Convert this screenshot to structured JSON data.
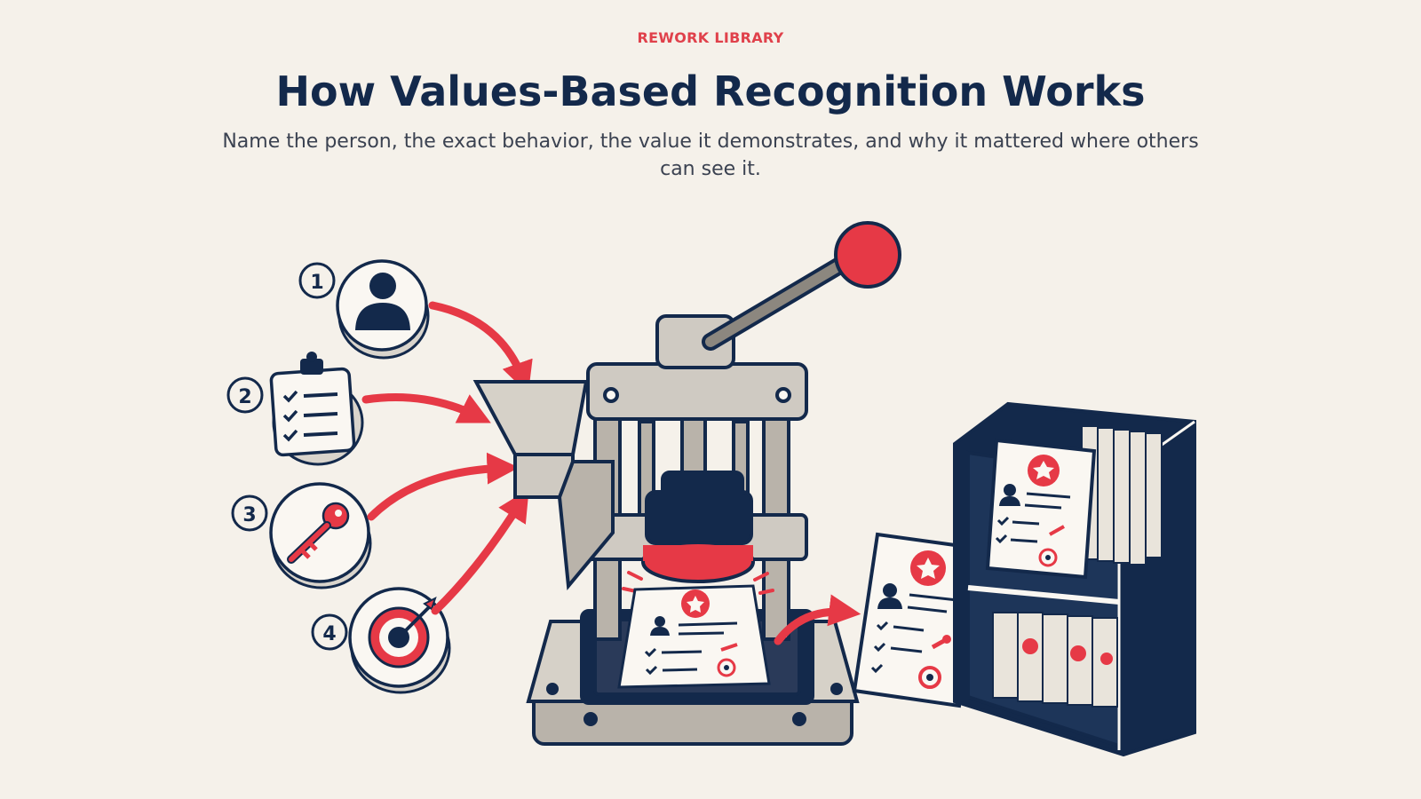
{
  "header": {
    "kicker": "REWORK LIBRARY",
    "title": "How Values-Based Recognition Works",
    "subtitle": "Name the person, the exact behavior, the value it demonstrates, and why it mattered where others can see it."
  },
  "steps": [
    {
      "number": "1",
      "icon": "person-icon"
    },
    {
      "number": "2",
      "icon": "checklist-clipboard-icon"
    },
    {
      "number": "3",
      "icon": "key-icon"
    },
    {
      "number": "4",
      "icon": "target-arrow-icon"
    }
  ],
  "colors": {
    "background": "#f5f1ea",
    "navy": "#13294b",
    "accent_red": "#e63946",
    "metal": "#cfcac2"
  }
}
